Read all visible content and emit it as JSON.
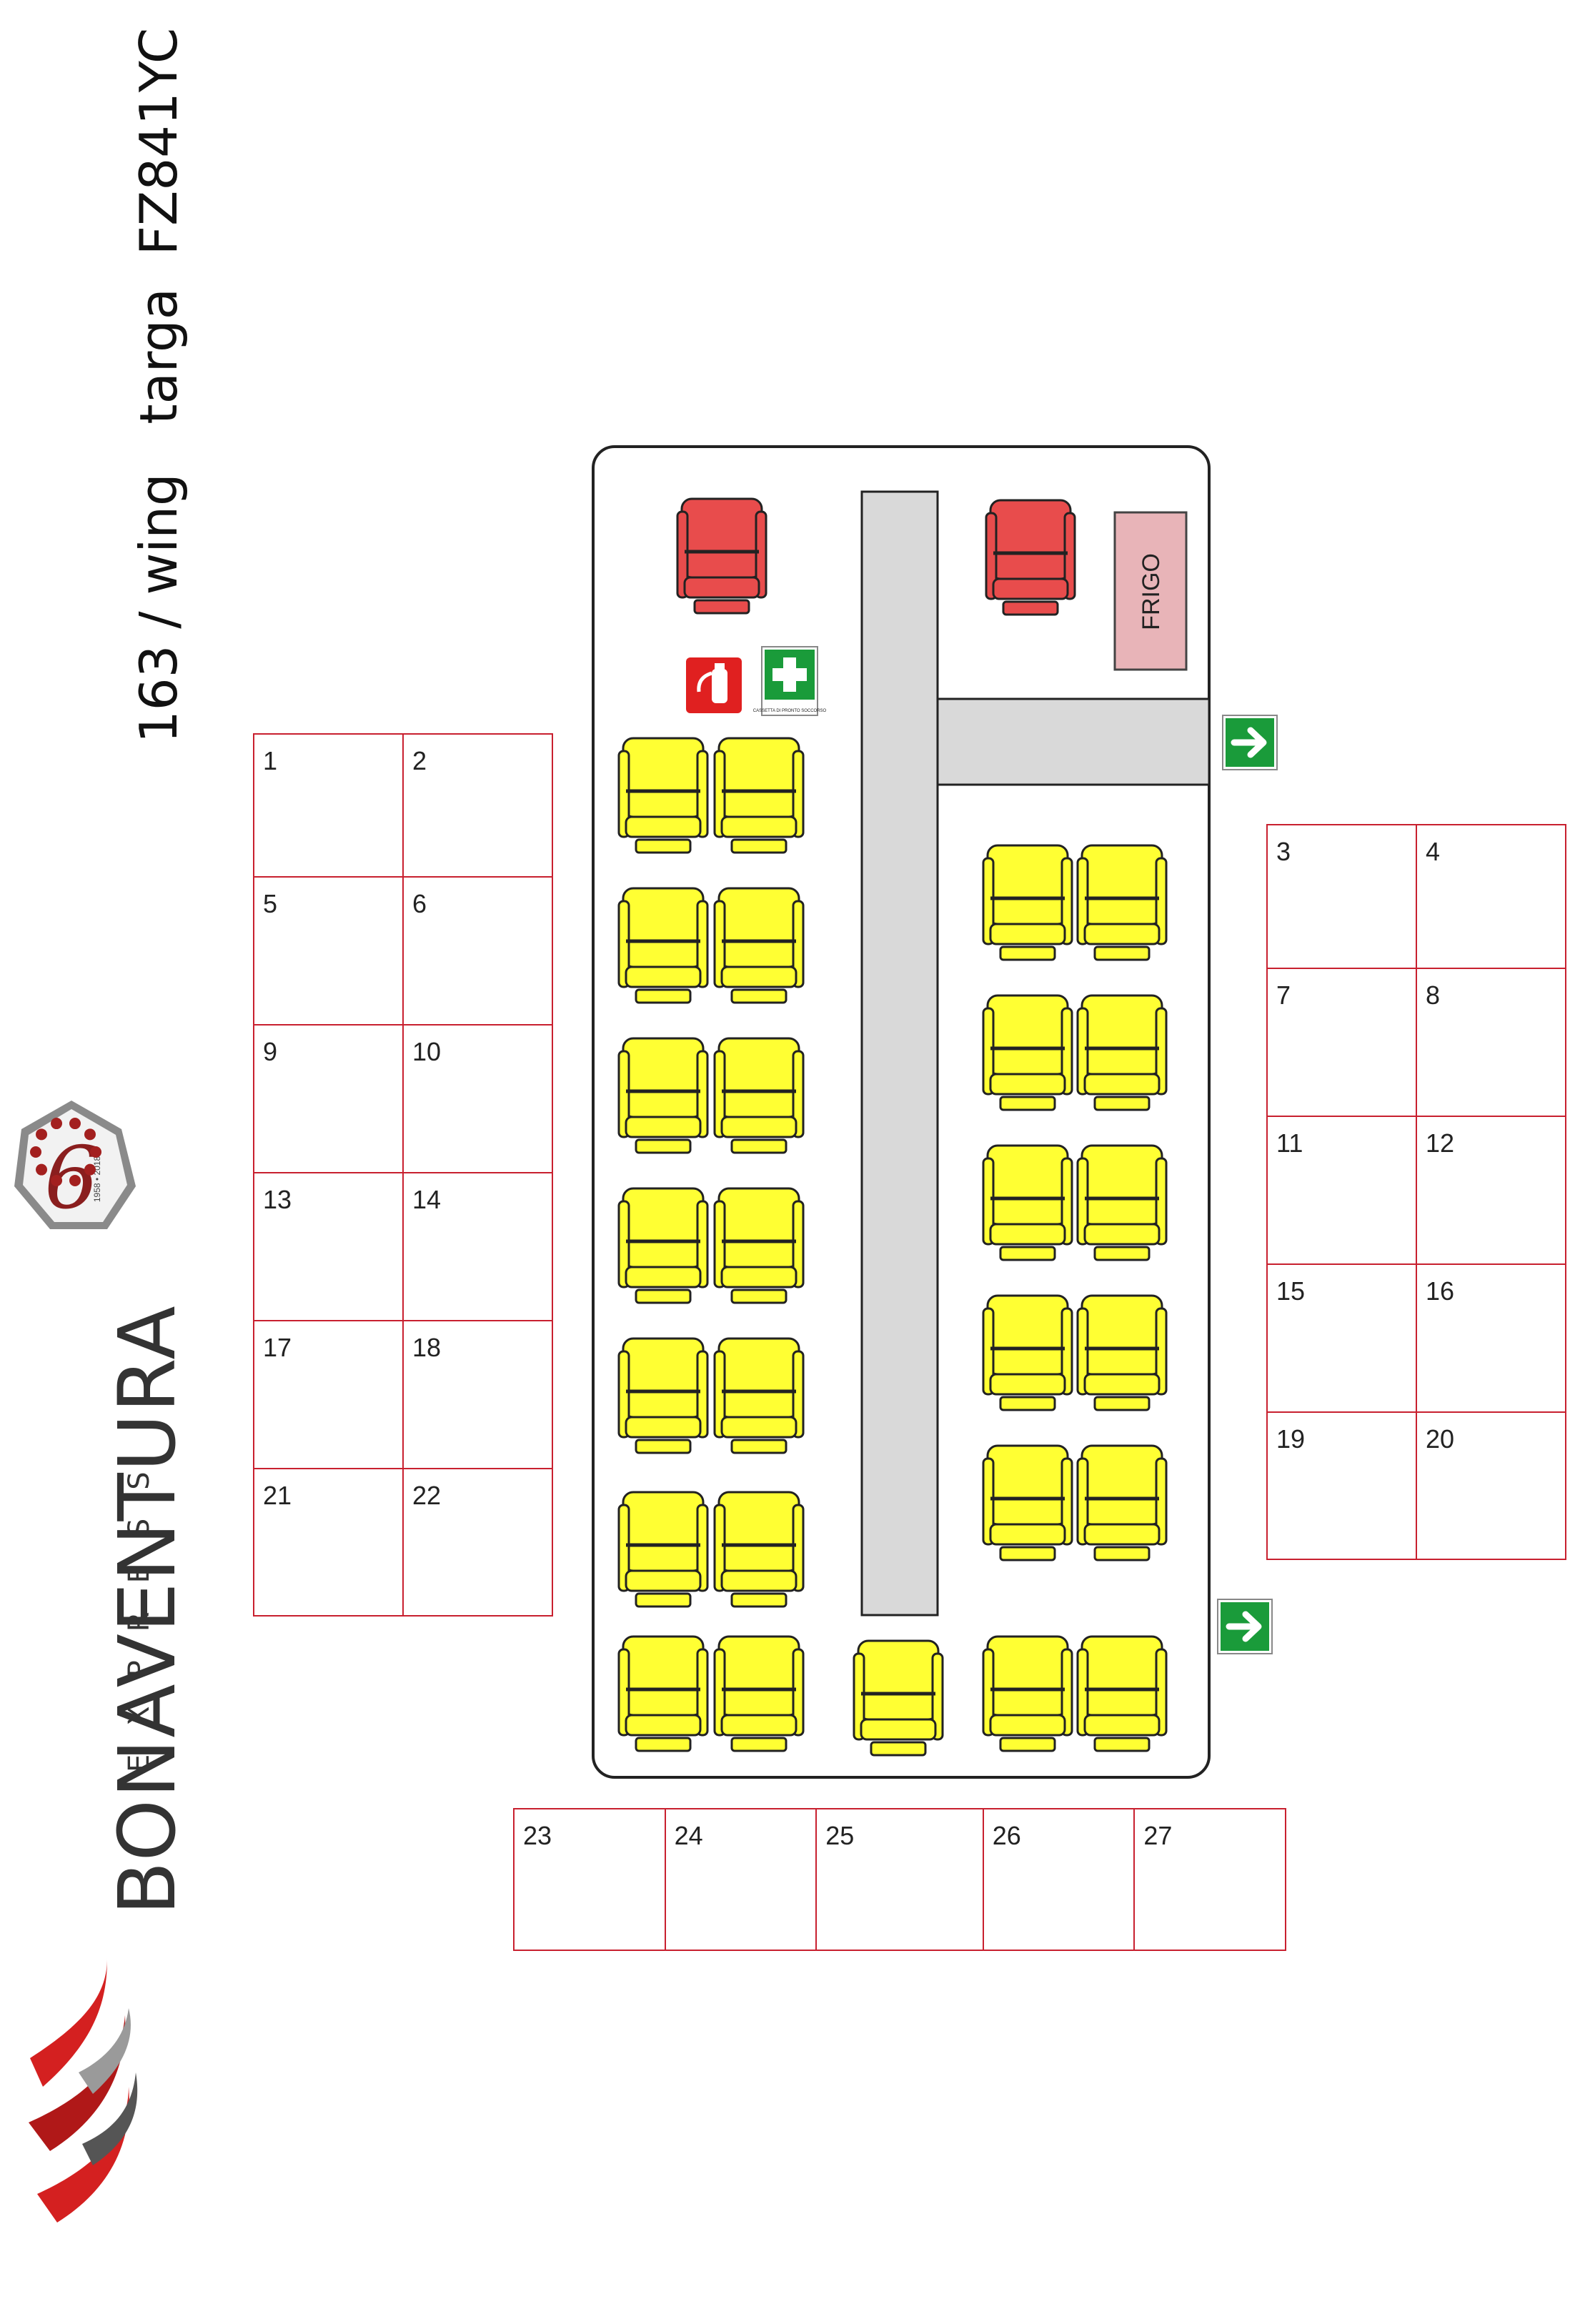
{
  "title": "163 / wing   targa  FZ841YC",
  "brand": {
    "name": "BONAVENTURA",
    "sub": "EXPRESS",
    "badge_years": "1958 • 2018",
    "badge_number": "6"
  },
  "frigo_label": "FRIGO",
  "first_aid_caption": "CASSETTA DI PRONTO SOCCORSO",
  "colors": {
    "seat": "#ffff33",
    "seat_dark": "#e6e600",
    "driver_seat": "#e84c4c",
    "aisle": "#d9d9d9",
    "frigo": "#e8b4b8",
    "table_border": "#c8202f",
    "exit_green": "#1a9b3a"
  },
  "icons": {
    "extinguisher": "fire-extinguisher-icon",
    "first_aid": "first-aid-icon",
    "exit": "exit-arrow-icon"
  },
  "left_table": [
    [
      "1",
      "2"
    ],
    [
      "5",
      "6"
    ],
    [
      "9",
      "10"
    ],
    [
      "13",
      "14"
    ],
    [
      "17",
      "18"
    ],
    [
      "21",
      "22"
    ]
  ],
  "right_table": [
    [
      "3",
      "4"
    ],
    [
      "7",
      "8"
    ],
    [
      "11",
      "12"
    ],
    [
      "15",
      "16"
    ],
    [
      "19",
      "20"
    ]
  ],
  "bottom_table": [
    [
      "23",
      "24",
      "25",
      "26",
      "27"
    ]
  ]
}
